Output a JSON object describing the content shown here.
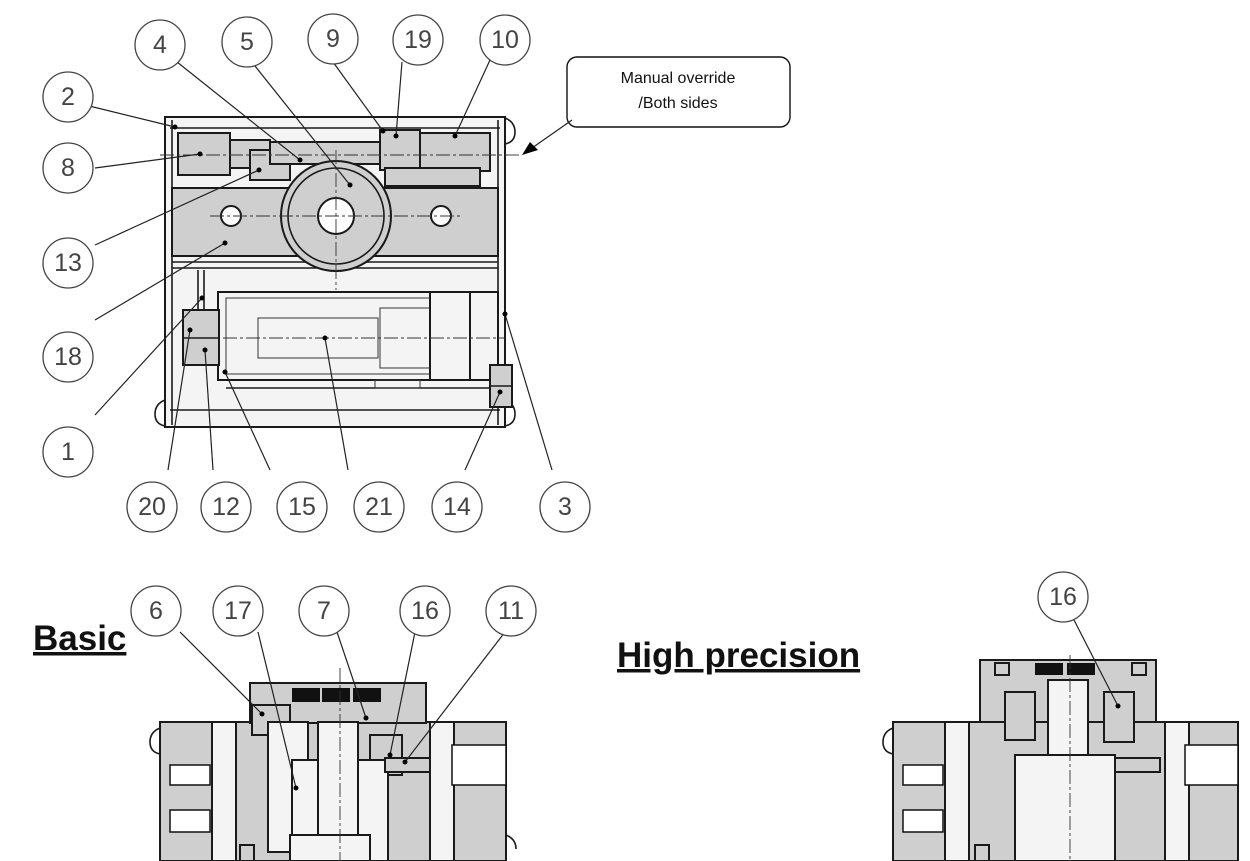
{
  "top_view": {
    "callout": {
      "line1": "Manual override",
      "line2": "/Both sides"
    },
    "balloons": [
      {
        "id": "b4",
        "text": "4"
      },
      {
        "id": "b5",
        "text": "5"
      },
      {
        "id": "b9",
        "text": "9"
      },
      {
        "id": "b19",
        "text": "19"
      },
      {
        "id": "b10",
        "text": "10"
      },
      {
        "id": "b2",
        "text": "2"
      },
      {
        "id": "b8",
        "text": "8"
      },
      {
        "id": "b13",
        "text": "13"
      },
      {
        "id": "b18",
        "text": "18"
      },
      {
        "id": "b1",
        "text": "1"
      },
      {
        "id": "b20",
        "text": "20"
      },
      {
        "id": "b12",
        "text": "12"
      },
      {
        "id": "b15",
        "text": "15"
      },
      {
        "id": "b21",
        "text": "21"
      },
      {
        "id": "b14",
        "text": "14"
      },
      {
        "id": "b3",
        "text": "3"
      }
    ]
  },
  "basic_view": {
    "heading": "Basic",
    "balloons": [
      {
        "id": "b6",
        "text": "6"
      },
      {
        "id": "b17",
        "text": "17"
      },
      {
        "id": "b7",
        "text": "7"
      },
      {
        "id": "b16",
        "text": "16"
      },
      {
        "id": "b11",
        "text": "11"
      }
    ]
  },
  "precision_view": {
    "heading": "High precision",
    "balloons": [
      {
        "id": "b16p",
        "text": "16"
      }
    ]
  }
}
